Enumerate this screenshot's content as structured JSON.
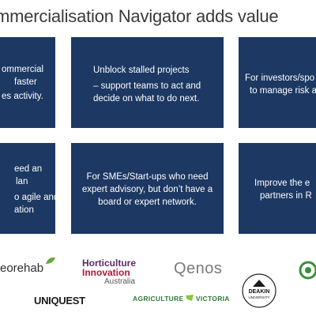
{
  "slide": {
    "title": "mmercialisation Navigator adds value"
  },
  "cards": [
    {
      "lines": [
        "ommercial",
        "faster",
        "es activity."
      ]
    },
    {
      "heading": "Unblock stalled projects",
      "lines": [
        "– support teams to act and",
        "decide on what to do next."
      ]
    },
    {
      "lines": [
        "For investors/spo",
        "to manage risk a"
      ]
    },
    {
      "lines": [
        "eed an",
        "lan",
        "o agile and",
        "ation"
      ]
    },
    {
      "lines": [
        "For SMEs/Start-ups who need",
        "expert advisory, but don’t have a",
        "board or expert network."
      ]
    },
    {
      "lines": [
        "Improve the e",
        "partners in R"
      ]
    }
  ],
  "logos": {
    "georehab": "eorehab",
    "horticulture": [
      "Horticulture",
      "Innovation",
      "Australia"
    ],
    "qenos": "Qenos",
    "uniquest": "UNIQUEST",
    "agriculture_victoria": [
      "AGRICULTURE",
      "VICTORIA"
    ],
    "deakin": [
      "DEAKIN",
      "UNIVERSITY"
    ]
  },
  "colors": {
    "card_background": "#1c3863",
    "card_text": "#ffffff",
    "title_text": "#3a3a3a"
  }
}
